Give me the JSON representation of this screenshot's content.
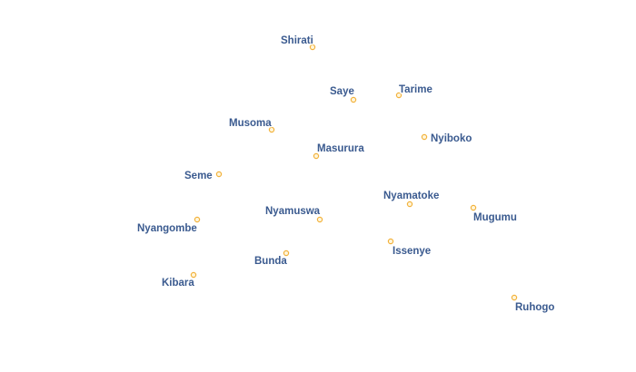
{
  "map": {
    "places": [
      {
        "id": "shirati",
        "name": "Shirati"
      },
      {
        "id": "saye",
        "name": "Saye"
      },
      {
        "id": "tarime",
        "name": "Tarime"
      },
      {
        "id": "musoma",
        "name": "Musoma"
      },
      {
        "id": "nyiboko",
        "name": "Nyiboko"
      },
      {
        "id": "masurura",
        "name": "Masurura"
      },
      {
        "id": "seme",
        "name": "Seme"
      },
      {
        "id": "nyamatoke",
        "name": "Nyamatoke"
      },
      {
        "id": "nyamuswa",
        "name": "Nyamuswa"
      },
      {
        "id": "mugumu",
        "name": "Mugumu"
      },
      {
        "id": "nyangombe",
        "name": "Nyangombe"
      },
      {
        "id": "issenye",
        "name": "Issenye"
      },
      {
        "id": "bunda",
        "name": "Bunda"
      },
      {
        "id": "kibara",
        "name": "Kibara"
      },
      {
        "id": "ruhogo",
        "name": "Ruhogo"
      }
    ],
    "colors": {
      "label_fill": "#3a5a8f",
      "label_halo": "#ffffff",
      "marker_stroke": "#f2b23c",
      "marker_fill": "#fff6dc",
      "background": "#ffffff"
    }
  }
}
